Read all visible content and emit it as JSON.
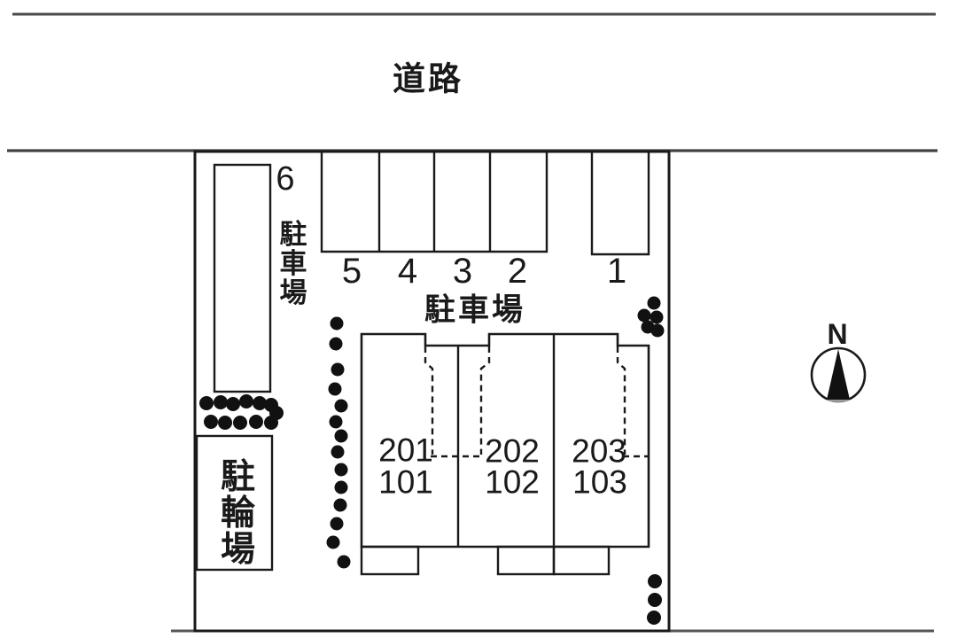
{
  "road": {
    "label": "道路"
  },
  "north": {
    "label": "N"
  },
  "parking_lot_top": {
    "area_label": "駐車場",
    "spaces": [
      "5",
      "4",
      "3",
      "2",
      "1"
    ]
  },
  "parking_side": {
    "space_number": "6",
    "area_label": "駐車場"
  },
  "bicycle_parking": {
    "label": "駐輪場"
  },
  "building": {
    "units": [
      {
        "upper": "201",
        "lower": "101"
      },
      {
        "upper": "202",
        "lower": "102"
      },
      {
        "upper": "203",
        "lower": "103"
      }
    ]
  },
  "colors": {
    "ink": "#1a1a1a",
    "road_line": "#4a4a4a",
    "bottom_line": "#555555",
    "tree": "#111111",
    "background": "#ffffff"
  }
}
